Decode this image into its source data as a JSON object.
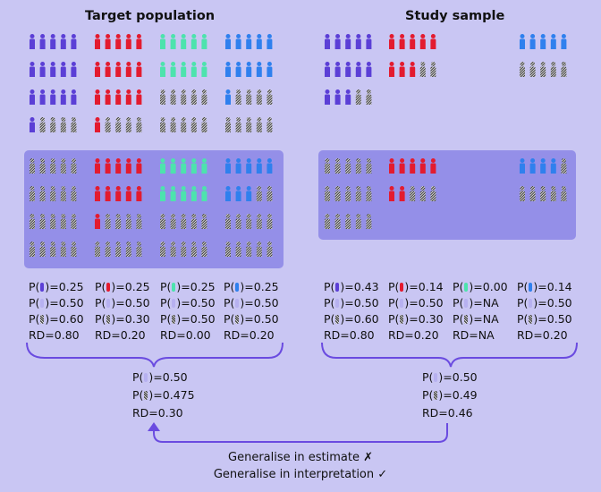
{
  "titles": {
    "left": "Target population",
    "right": "Study sample"
  },
  "colors": {
    "background": "#c9c6f3",
    "panel": "#948fe8",
    "purple": "#5b3fd6",
    "red": "#e31b2f",
    "teal": "#4de3ad",
    "blue": "#2f80ee",
    "hatched": "#444444",
    "line": "#6a4be0"
  },
  "legend_icons": {
    "purple": "purple-person-icon",
    "red": "red-person-icon",
    "teal": "teal-person-icon",
    "blue": "blue-person-icon",
    "hatched": "hatched-person-icon"
  },
  "left_stats": [
    {
      "p_color": "P(",
      "v1": ")=0.25",
      "v2": ")=0.50",
      "v3": ")=0.60",
      "rd": "RD=0.80"
    },
    {
      "p_color": "P(",
      "v1": ")=0.25",
      "v2": ")=0.50",
      "v3": ")=0.30",
      "rd": "RD=0.20"
    },
    {
      "p_color": "P(",
      "v1": ")=0.25",
      "v2": ")=0.50",
      "v3": ")=0.50",
      "rd": "RD=0.00"
    },
    {
      "p_color": "P(",
      "v1": ")=0.25",
      "v2": ")=0.50",
      "v3": ")=0.50",
      "rd": "RD=0.20"
    }
  ],
  "right_stats": [
    {
      "p_color": "P(",
      "v1": ")=0.43",
      "v2": ")=0.50",
      "v3": ")=0.60",
      "rd": "RD=0.80"
    },
    {
      "p_color": "P(",
      "v1": ")=0.14",
      "v2": ")=0.50",
      "v3": ")=0.30",
      "rd": "RD=0.20"
    },
    {
      "p_color": "P(",
      "v1": ")=0.00",
      "v2": ")=NA",
      "v3": ")=NA",
      "rd": "RD=NA"
    },
    {
      "p_color": "P(",
      "v1": ")=0.14",
      "v2": ")=0.50",
      "v3": ")=0.50",
      "rd": "RD=0.20"
    }
  ],
  "left_summary": {
    "p1": "P(",
    "v1": ")=0.50",
    "p2": "P(",
    "v2": ")=0.475",
    "rd": "RD=0.30"
  },
  "right_summary": {
    "p1": "P(",
    "v1": ")=0.50",
    "p2": "P(",
    "v2": ")=0.49",
    "rd": "RD=0.46"
  },
  "footer": {
    "line1": "Generalise in estimate ✗",
    "line2": "Generalise in interpretation ✓"
  }
}
